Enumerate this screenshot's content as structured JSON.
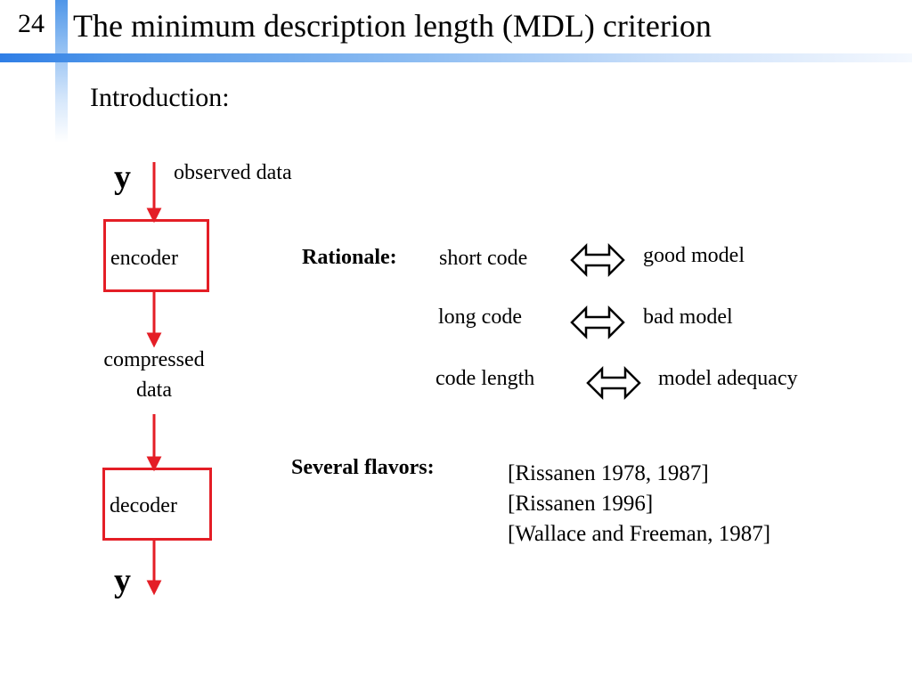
{
  "slide": {
    "number": "24",
    "title": "The minimum description length (MDL) criterion",
    "subheading": "Introduction:"
  },
  "diagram": {
    "input_symbol": "y",
    "input_label": "observed data",
    "encoder_label": "encoder",
    "compressed_label_line1": "compressed",
    "compressed_label_line2": "data",
    "decoder_label": "decoder",
    "output_symbol": "y",
    "box_color": "#e41e26"
  },
  "rationale": {
    "heading": "Rationale:",
    "rows": [
      {
        "left": "short code",
        "right": "good  model"
      },
      {
        "left": "long code",
        "right": "bad model"
      },
      {
        "left": "code  length",
        "right": "model  adequacy"
      }
    ],
    "relation_icon": "double-arrow-icon"
  },
  "flavors": {
    "heading": "Several flavors:",
    "references": [
      "[Rissanen 1978, 1987]",
      "[Rissanen 1996]",
      "[Wallace and Freeman, 1987]"
    ]
  }
}
